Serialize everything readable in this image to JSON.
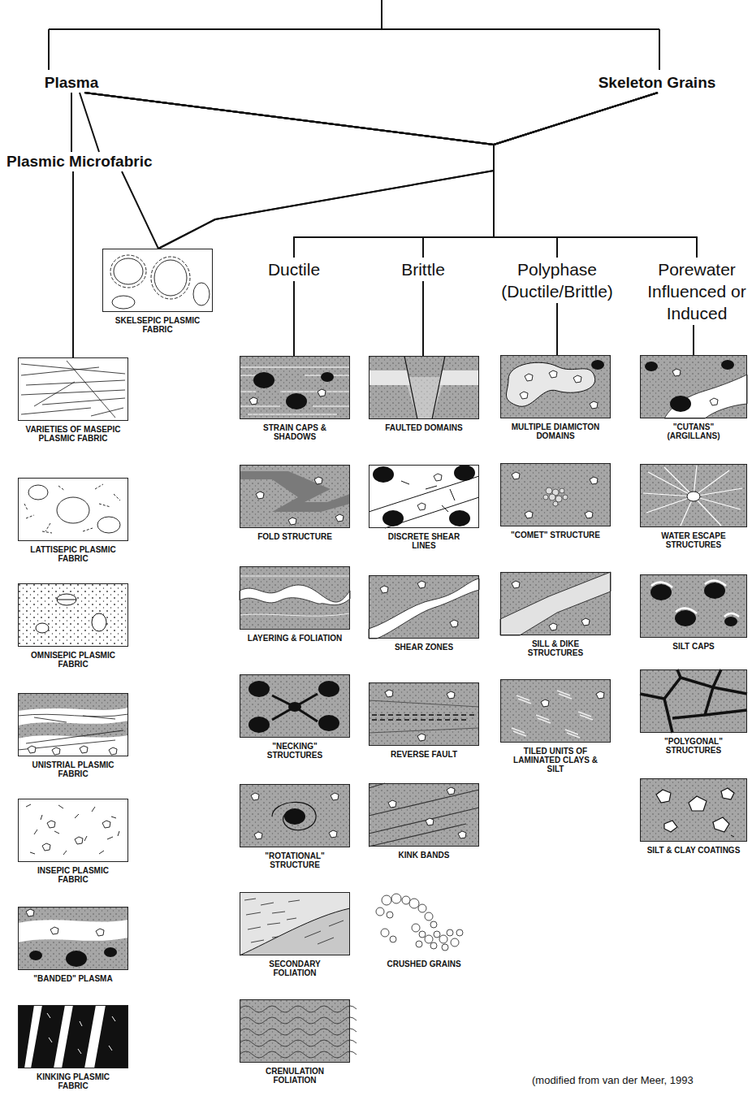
{
  "diagram": {
    "caption": "(modified from van der Meer, 1993",
    "nodes": [
      {
        "text": [
          "Plasma"
        ]
      },
      {
        "text": [
          "Skeleton Grains"
        ]
      },
      {
        "text": [
          "Plasmic Microfabric"
        ]
      },
      {
        "text": [
          "SKELSEPIC PLASMIC FABRIC"
        ]
      },
      {
        "text": [
          "VARIETIES OF MASEPIC PLASMIC FABRIC"
        ]
      },
      {
        "text": [
          "LATTISEPIC PLASMIC FABRIC"
        ]
      },
      {
        "text": [
          "OMNISEPIC PLASMIC FABRIC"
        ]
      },
      {
        "text": [
          "UNISTRIAL PLASMIC FABRIC"
        ]
      },
      {
        "text": [
          "INSEPIC PLASMIC FABRIC"
        ]
      },
      {
        "text": [
          "\"BANDED\" PLASMA"
        ]
      },
      {
        "text": [
          "KINKING PLASMIC FABRIC"
        ]
      },
      {
        "text": [
          "Ductile"
        ]
      },
      {
        "text": [
          "Brittle"
        ]
      },
      {
        "text": [
          "Polyphase (Ductile/Brittle)"
        ]
      },
      {
        "text": [
          "Porewater Influenced or Induced"
        ]
      },
      {
        "text": [
          "STRAIN CAPS & SHADOWS"
        ]
      },
      {
        "text": [
          "FOLD STRUCTURE"
        ]
      },
      {
        "text": [
          "LAYERING & FOLIATION"
        ]
      },
      {
        "text": [
          "\"NECKING\" STRUCTURES"
        ]
      },
      {
        "text": [
          "\"ROTATIONAL\" STRUCTURE"
        ]
      },
      {
        "text": [
          "SECONDARY FOLIATION"
        ]
      },
      {
        "text": [
          "CRENULATION FOLIATION"
        ]
      },
      {
        "text": [
          "FAULTED DOMAINS"
        ]
      },
      {
        "text": [
          "DISCRETE SHEAR LINES"
        ]
      },
      {
        "text": [
          "SHEAR ZONES"
        ]
      },
      {
        "text": [
          "REVERSE FAULT"
        ]
      },
      {
        "text": [
          "KINK BANDS"
        ]
      },
      {
        "text": [
          "CRUSHED GRAINS"
        ]
      },
      {
        "text": [
          "MULTIPLE DIAMICTON DOMAINS"
        ]
      },
      {
        "text": [
          "\"COMET\" STRUCTURE"
        ]
      },
      {
        "text": [
          "SILL & DIKE STRUCTURES"
        ]
      },
      {
        "text": [
          "TILED UNITS OF LAMINATED CLAYS & SILT"
        ]
      },
      {
        "text": [
          "\"CUTANS\" (ARGILLANS)"
        ]
      },
      {
        "text": [
          "WATER ESCAPE STRUCTURES"
        ]
      },
      {
        "text": [
          "SILT CAPS"
        ]
      },
      {
        "text": [
          "\"POLYGONAL\" STRUCTURES"
        ]
      },
      {
        "text": [
          "SILT & CLAY COATINGS"
        ]
      }
    ],
    "edges": [
      {
        "from": 0,
        "to": 2,
        "arrow": "none"
      },
      {
        "from": 0,
        "to": 2,
        "arrow": "none"
      },
      {
        "from": 2,
        "to": 4,
        "arrow": "none"
      },
      {
        "from": 2,
        "to": 3,
        "arrow": "none"
      },
      {
        "from": 0,
        "to": 3,
        "arrow": "none"
      },
      {
        "from": 0,
        "to": 11,
        "arrow": "none"
      },
      {
        "from": 0,
        "to": 12,
        "arrow": "none"
      },
      {
        "from": 0,
        "to": 13,
        "arrow": "none"
      },
      {
        "from": 0,
        "to": 14,
        "arrow": "none"
      },
      {
        "from": 1,
        "to": 3,
        "arrow": "none"
      },
      {
        "from": 1,
        "to": 11,
        "arrow": "none"
      },
      {
        "from": 1,
        "to": 12,
        "arrow": "none"
      },
      {
        "from": 1,
        "to": 13,
        "arrow": "none"
      },
      {
        "from": 1,
        "to": 14,
        "arrow": "none"
      },
      {
        "from": 11,
        "to": 15,
        "arrow": "none"
      },
      {
        "from": 12,
        "to": 22,
        "arrow": "none"
      },
      {
        "from": 13,
        "to": 28,
        "arrow": "none"
      },
      {
        "from": 14,
        "to": 32,
        "arrow": "none"
      }
    ]
  }
}
